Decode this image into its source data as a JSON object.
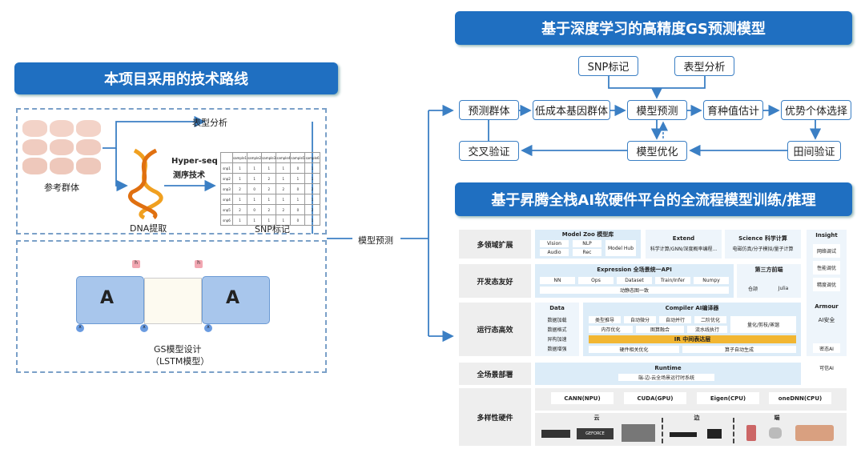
{
  "left": {
    "title": "本项目采用的技术路线",
    "ref_group": "参考群体",
    "phenotype": "表型分析",
    "seq_tech_1": "Hyper-seq",
    "seq_tech_2": "测序技术",
    "dna": "DNA提取",
    "snp": "SNP标记",
    "gs_model_1": "GS模型设计",
    "gs_model_2": "（LSTM模型）",
    "model_pred": "模型预测",
    "table": {
      "headers": [
        "",
        "sample1",
        "sample2",
        "sample3",
        "sample4",
        "sample5",
        "sample6"
      ],
      "rows": [
        [
          "snp1",
          "1",
          "1",
          "1",
          "1",
          "0",
          "1"
        ],
        [
          "snp2",
          "1",
          "1",
          "2",
          "1",
          "1",
          "1"
        ],
        [
          "snp3",
          "2",
          "0",
          "2",
          "2",
          "0",
          "2"
        ],
        [
          "snp4",
          "1",
          "1",
          "1",
          "1",
          "1",
          "1"
        ],
        [
          "snp5",
          "2",
          "0",
          "2",
          "2",
          "0",
          "2"
        ],
        [
          "snp6",
          "1",
          "1",
          "1",
          "1",
          "0",
          "1"
        ]
      ]
    },
    "lstm": {
      "cell": "A",
      "x": "x",
      "h": "h"
    }
  },
  "right": {
    "title1": "基于深度学习的高精度GS预测模型",
    "flow": {
      "snp": "SNP标记",
      "pheno": "表型分析",
      "pred_pop": "预测群体",
      "low_cost": "低成本基因群体",
      "model_pred": "模型预测",
      "breeding": "育种值估计",
      "elite": "优势个体选择",
      "cross": "交叉验证",
      "model_opt": "模型优化",
      "field": "田间验证"
    },
    "title2": "基于昇腾全栈AI软硬件平台的全流程模型训练/推理",
    "arch": {
      "rows": [
        "多领域扩展",
        "开发态友好",
        "运行态高效",
        "全场景部署",
        "多样性硬件"
      ],
      "modelzoo": {
        "title": "Model Zoo 模型库",
        "items": [
          "Vision",
          "NLP",
          "Audio",
          "Rec",
          "Model Hub"
        ]
      },
      "extend": {
        "title": "Extend",
        "sub": "科学计算/GNN/深度概率编程..."
      },
      "science": {
        "title": "Science 科学计算",
        "sub": "电磁仿真/分子模拟/量子计算"
      },
      "insight": {
        "title": "Insight",
        "items": [
          "网络调试",
          "性能调优",
          "精度调优"
        ]
      },
      "expression": {
        "title": "Expression 全场景统一API",
        "items": [
          "NN",
          "Ops",
          "Dataset",
          "Train/Infer",
          "Numpy"
        ],
        "sub": "动静态图一致"
      },
      "third": {
        "title": "第三方前端",
        "items": [
          "仓颉",
          "Julia"
        ]
      },
      "data": {
        "title": "Data",
        "items": [
          "数据加载",
          "数据格式",
          "异构加速",
          "数据增强"
        ]
      },
      "compiler": {
        "title": "Compiler AI编译器",
        "row1": [
          "类型推导",
          "自动微分",
          "自动并行",
          "二阶优化"
        ],
        "row2": [
          "内存优化",
          "图算融合",
          "流水线执行"
        ],
        "quant": "量化/剪枝/蒸馏",
        "ir": "IR 中间表达层",
        "row3": [
          "硬件相关优化",
          "算子自动生成"
        ]
      },
      "armour": {
        "title": "Armour",
        "sub": "AI安全",
        "items": [
          "密态AI",
          "可信AI"
        ]
      },
      "runtime": {
        "title": "Runtime",
        "sub": "端-边-云全场景运行时系统"
      },
      "backends": [
        "CANN(NPU)",
        "CUDA(GPU)",
        "Eigen(CPU)",
        "oneDNN(CPU)"
      ],
      "hw": [
        "云",
        "边",
        "端"
      ],
      "geforce": "GEFORCE"
    }
  },
  "colors": {
    "title": "#1f6fc1",
    "ir": "#f2b632"
  }
}
